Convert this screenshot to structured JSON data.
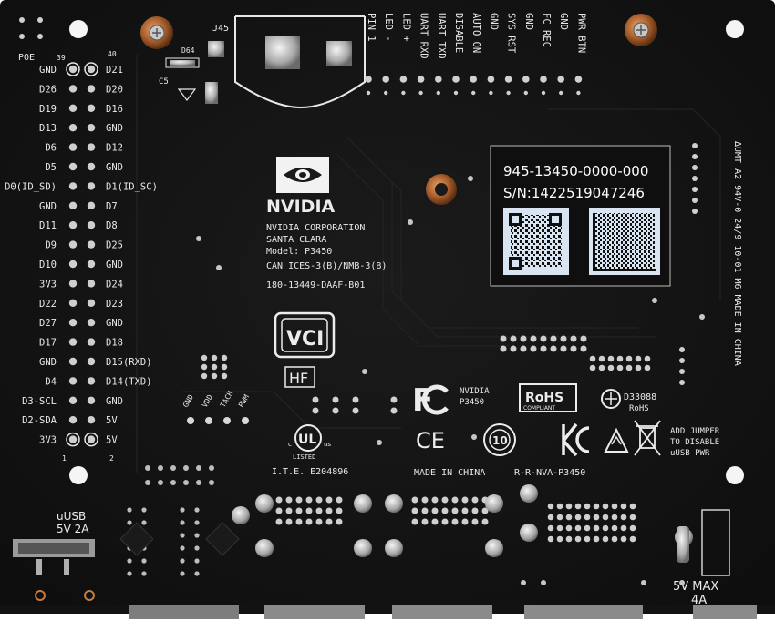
{
  "board": {
    "manufacturer": "NVIDIA",
    "corporation": "NVIDIA CORPORATION",
    "location": "SANTA CLARA",
    "model": "Model: P3450",
    "cert": "CAN ICES-3(B)/NMB-3(B)",
    "part_number": "180-13449-DAAF-B01",
    "vcci": "VCI",
    "hf": "HF",
    "fcc_model_top": "NVIDIA",
    "fcc_model_bottom": "P3450",
    "rohs": "RoHS",
    "rohs_sub": "COMPLIANT",
    "d_code": "D33088",
    "d_rohs": "RoHS",
    "ul_listed": "LISTED",
    "ul_id": "I.T.E. E204896",
    "made_in": "MADE IN CHINA",
    "kc_id": "R-R-NVA-P3450",
    "jumper_note": [
      "ADD JUMPER",
      "TO DISABLE",
      "uUSB PWR"
    ],
    "usb_label": [
      "uUSB",
      "5V 2A"
    ],
    "power_label": [
      "5V MAX",
      "4A"
    ],
    "j45": "J45",
    "d64": "D64",
    "c5": "C5",
    "poe": "POE",
    "pin39": "39",
    "pin40": "40",
    "pin1": "1",
    "pin2": "2",
    "side_text": "ΔUMT A2 94V-0 24/9 10-01 M6 MADE IN CHINA",
    "sticker": {
      "part": "945-13450-0000-000",
      "serial": "S/N:1422519047246"
    }
  },
  "header_pins": {
    "left": [
      "GND",
      "D26",
      "D19",
      "D13",
      "D6",
      "D5",
      "D0(ID_SD)",
      "GND",
      "D11",
      "D9",
      "D10",
      "3V3",
      "D22",
      "D27",
      "D17",
      "GND",
      "D4",
      "D3-SCL",
      "D2-SDA",
      "3V3"
    ],
    "right": [
      "D21",
      "D20",
      "D16",
      "GND",
      "D12",
      "GND",
      "D1(ID_SC)",
      "D7",
      "D8",
      "D25",
      "GND",
      "D24",
      "D23",
      "GND",
      "D18",
      "D15(RXD)",
      "D14(TXD)",
      "GND",
      "5V",
      "5V"
    ]
  },
  "button_header": [
    "PIN 1",
    "LED -",
    "LED +",
    "UART RXD",
    "UART TXD",
    "DISABLE",
    "AUTO ON",
    "GND",
    "SYS RST",
    "GND",
    "FC REC",
    "GND",
    "PWR BTN"
  ],
  "fan_header": [
    "GND",
    "VDD",
    "TACH",
    "PWM"
  ],
  "icons": [
    "nvidia-logo-icon",
    "fc-logo-icon",
    "ce-mark-icon",
    "ul-mark-icon",
    "kc-mark-icon",
    "weee-bin-icon",
    "recycle-10-icon",
    "vcci-icon"
  ]
}
